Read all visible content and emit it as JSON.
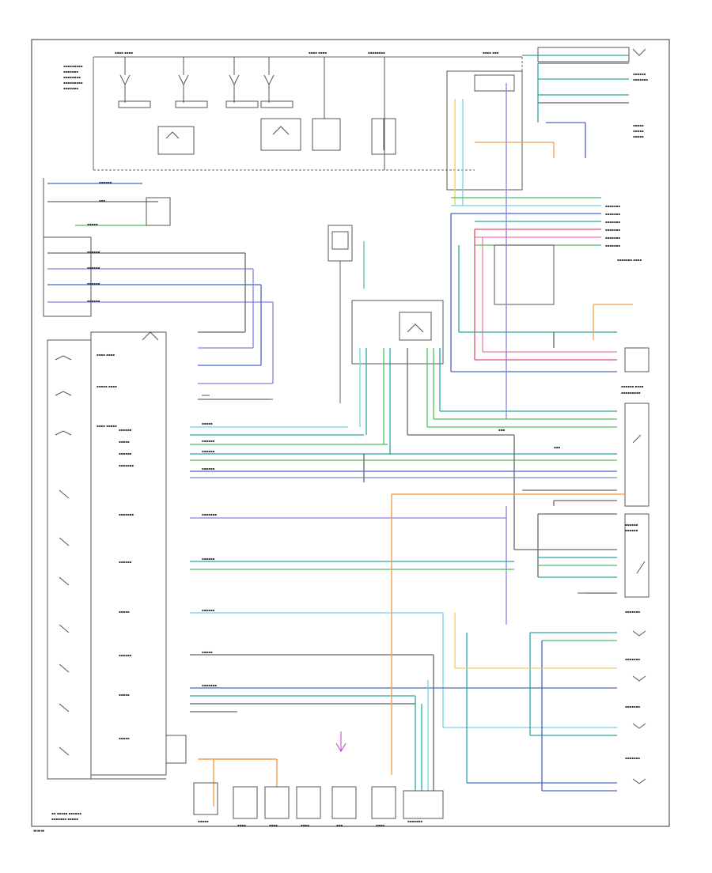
{
  "diagram": {
    "type": "wiring-schematic",
    "colors": {
      "frame": "#555555",
      "wire_dark": "#666666",
      "wire_green": "#4fbf5a",
      "wire_teal": "#2aa8a0",
      "wire_cyan": "#6fd6e0",
      "wire_blue": "#4a64c8",
      "wire_violet": "#8a7ee0",
      "wire_red": "#e05060",
      "wire_pink": "#f07aa0",
      "wire_orange": "#f0a050",
      "wire_yellow": "#e8d060",
      "wire_gray": "#9a9a9a"
    },
    "components": [
      "power-distribution-box",
      "hvac-control-module",
      "pcm",
      "radiator-fan-relay",
      "ac-clutch-relay",
      "blower-motor",
      "ac-pressure-transducer",
      "evaporator-temp-sensor",
      "blend-door-actuator",
      "mode-door-actuator",
      "recirc-door-actuator",
      "sun-load-sensor",
      "in-car-temp-sensor",
      "ambient-temp-sensor",
      "instrument-cluster",
      "ground-points"
    ],
    "legible_text": []
  }
}
